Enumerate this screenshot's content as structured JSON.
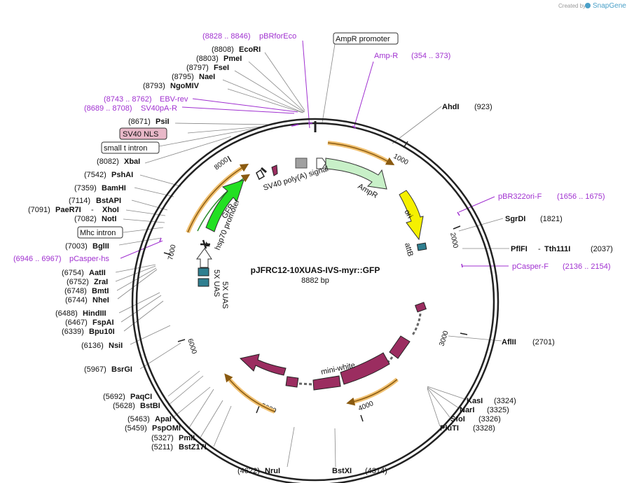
{
  "watermark": {
    "created_by": "Created by",
    "brand": "SnapGene"
  },
  "map": {
    "name": "pJFRC12-10XUAS-IVS-myr::GFP",
    "length": "8882 bp",
    "ticks": [
      "1000",
      "2000",
      "3000",
      "4000",
      "5000",
      "6000",
      "7000",
      "8000"
    ]
  },
  "features": {
    "sv40_polya": "SV40 poly(A) signal",
    "ampr": "AmpR",
    "ori": "ori",
    "attb": "attB",
    "gfp": "GFP",
    "hsp70": "hsp70 promoter",
    "uas1": "5X UAS",
    "uas2": "5X UAS",
    "mini_white": "mini-white"
  },
  "boxed_labels": {
    "ampr_promoter": "AmpR promoter",
    "sv40_nls": "SV40 NLS",
    "small_t_intron": "small t intron",
    "mhc_intron": "Mhc intron"
  },
  "primers": {
    "pbrforeco": {
      "range": "(8828 .. 8846)",
      "name": "pBRforEco"
    },
    "amp_r": {
      "range": "(354 .. 373)",
      "name": "Amp-R"
    },
    "ebv_rev": {
      "range": "(8743 .. 8762)",
      "name": "EBV-rev"
    },
    "sv40pa_r": {
      "range": "(8689 .. 8708)",
      "name": "SV40pA-R"
    },
    "pbr322ori_f": {
      "range": "(1656 .. 1675)",
      "name": "pBR322ori-F"
    },
    "pcasper_f": {
      "range": "(2136 .. 2154)",
      "name": "pCasper-F"
    },
    "pcasper_hs": {
      "range": "(6946 .. 6967)",
      "name": "pCasper-hs"
    }
  },
  "sites_left": [
    {
      "pos": "(8808)",
      "name": "EcoRI"
    },
    {
      "pos": "(8803)",
      "name": "PmeI"
    },
    {
      "pos": "(8797)",
      "name": "FseI"
    },
    {
      "pos": "(8795)",
      "name": "NaeI"
    },
    {
      "pos": "(8793)",
      "name": "NgoMIV"
    },
    {
      "pos": "(8671)",
      "name": "PsiI"
    },
    {
      "pos": "(8082)",
      "name": "XbaI"
    },
    {
      "pos": "(7542)",
      "name": "PshAI"
    },
    {
      "pos": "(7359)",
      "name": "BamHI"
    },
    {
      "pos": "(7114)",
      "name": "BstAPI"
    },
    {
      "pos": "(7091)",
      "name": "PaeR7I"
    },
    {
      "pos": "(7082)",
      "name": "NotI"
    },
    {
      "pos": "(7003)",
      "name": "BglII"
    },
    {
      "pos": "(6754)",
      "name": "AatII"
    },
    {
      "pos": "(6752)",
      "name": "ZraI"
    },
    {
      "pos": "(6748)",
      "name": "BmtI"
    },
    {
      "pos": "(6744)",
      "name": "NheI"
    },
    {
      "pos": "(6488)",
      "name": "HindIII"
    },
    {
      "pos": "(6467)",
      "name": "FspAI"
    },
    {
      "pos": "(6339)",
      "name": "Bpu10I"
    },
    {
      "pos": "(6136)",
      "name": "NsiI"
    },
    {
      "pos": "(5967)",
      "name": "BsrGI"
    },
    {
      "pos": "(5692)",
      "name": "PaqCI"
    },
    {
      "pos": "(5628)",
      "name": "BstBI"
    },
    {
      "pos": "(5463)",
      "name": "ApaI"
    },
    {
      "pos": "(5459)",
      "name": "PspOMI"
    },
    {
      "pos": "(5327)",
      "name": "PmlI"
    },
    {
      "pos": "(5211)",
      "name": "BstZ17I"
    },
    {
      "pos": "(4622)",
      "name": "NruI"
    }
  ],
  "xhoi_name": "XhoI",
  "sites_right": [
    {
      "name": "AhdI",
      "pos": "(923)"
    },
    {
      "name": "SgrDI",
      "pos": "(1821)"
    },
    {
      "name": "PflFI",
      "pos": "(2037)"
    },
    {
      "name": "AflII",
      "pos": "(2701)"
    },
    {
      "name": "KasI",
      "pos": "(3324)"
    },
    {
      "name": "NarI",
      "pos": "(3325)"
    },
    {
      "name": "SfoI",
      "pos": "(3326)"
    },
    {
      "name": "PluTI",
      "pos": "(3328)"
    },
    {
      "name": "BstXI",
      "pos": "(4314)"
    }
  ],
  "tth111i_name": "Tth111I",
  "colors": {
    "ampr": "#c8f0c8",
    "ori": "#f5f000",
    "gfp": "#22e022",
    "mini_white": "#9b2d60",
    "uas": "#2f7f90",
    "primer": "#a030d0",
    "orange_arc": "#f0c070",
    "ring": "#222222"
  }
}
